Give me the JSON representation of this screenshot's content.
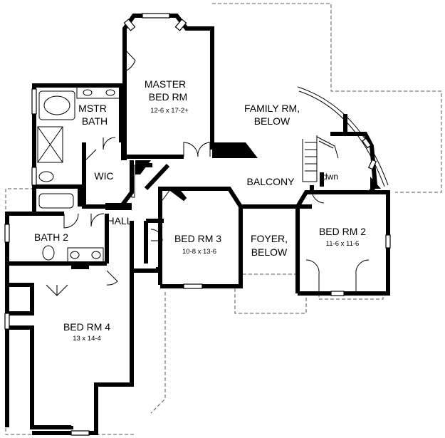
{
  "rooms": {
    "master_bed": {
      "line1": "MASTER",
      "line2": "BED RM",
      "dims": "12-6 x 17-2+"
    },
    "master_bath": {
      "line1": "MSTR",
      "line2": "BATH"
    },
    "wic": {
      "label": "WIC"
    },
    "family": {
      "line1": "FAMILY RM,",
      "line2": "BELOW"
    },
    "balcony": {
      "label": "BALCONY"
    },
    "stair": {
      "label": "dwn"
    },
    "hall": {
      "label": "HALL"
    },
    "bath2": {
      "label": "BATH 2"
    },
    "bed3": {
      "label": "BED RM 3",
      "dims": "10-8 x 13-6"
    },
    "foyer": {
      "line1": "FOYER,",
      "line2": "BELOW"
    },
    "bed2": {
      "label": "BED RM 2",
      "dims": "11-6 x 11-6"
    },
    "bed4": {
      "label": "BED RM 4",
      "dims": "13 x 14-4"
    }
  }
}
